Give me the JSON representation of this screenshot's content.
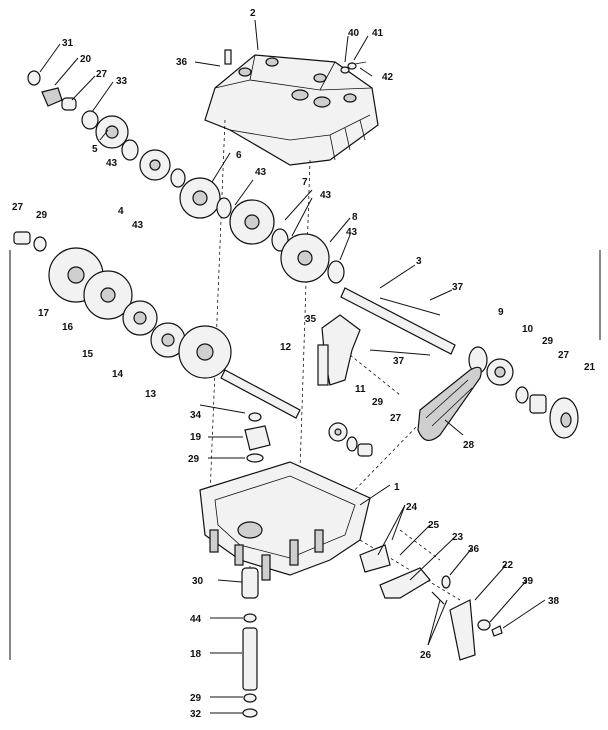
{
  "diagram": {
    "type": "exploded-parts-view",
    "callouts": [
      "2",
      "31",
      "20",
      "27",
      "33",
      "36",
      "40",
      "41",
      "42",
      "5",
      "43",
      "4",
      "43",
      "6",
      "43",
      "7",
      "43",
      "8",
      "43",
      "27",
      "29",
      "17",
      "16",
      "15",
      "14",
      "13",
      "12",
      "3",
      "37",
      "35",
      "37",
      "9",
      "10",
      "29",
      "27",
      "21",
      "11",
      "29",
      "27",
      "28",
      "34",
      "19",
      "29",
      "1",
      "24",
      "25",
      "23",
      "36",
      "22",
      "39",
      "38",
      "26",
      "30",
      "44",
      "18",
      "29",
      "32"
    ]
  }
}
